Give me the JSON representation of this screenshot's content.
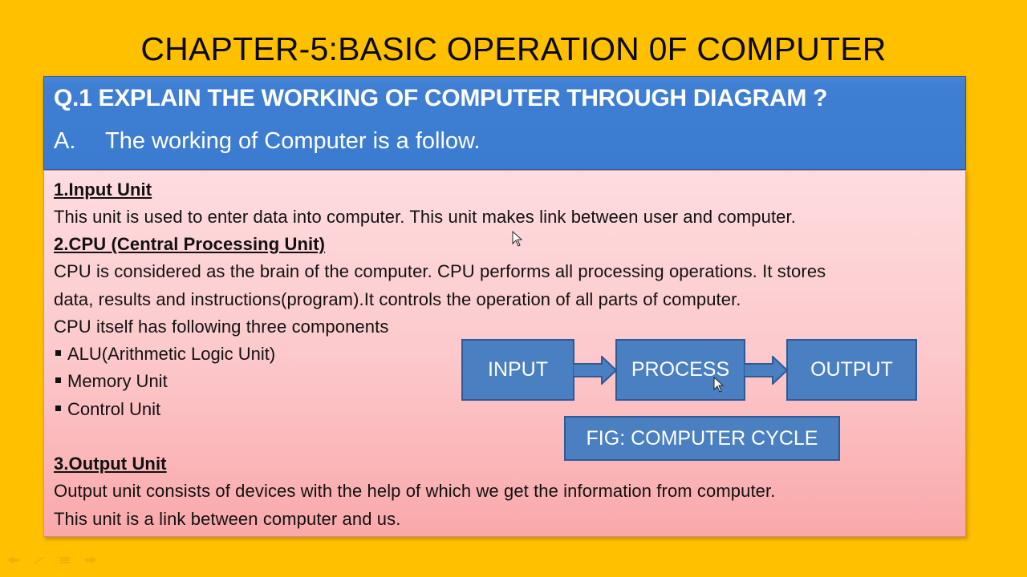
{
  "slide": {
    "title": "CHAPTER-5:BASIC OPERATION 0F COMPUTER",
    "colors": {
      "background": "#FFC000",
      "header_blue": "#3F7FD3",
      "content_pink_top": "#FEDCDF",
      "content_pink_bottom": "#FAA8AA",
      "diagram_blue": "#4A7FC1"
    }
  },
  "header": {
    "question": "Q.1 EXPLAIN THE WORKING OF COMPUTER THROUGH DIAGRAM ?",
    "answer_letter": "A.",
    "answer_text": "The working of Computer is a follow."
  },
  "content": {
    "input_unit": {
      "heading": "1.Input Unit",
      "text": "This unit is used to enter data into computer. This unit makes link between user and computer."
    },
    "cpu": {
      "heading": "2.CPU (Central Processing Unit)",
      "line1": "CPU is considered as the brain of the computer. CPU performs all processing operations. It stores",
      "line2": "data,  results and instructions(program).It controls the operation of all parts of computer.",
      "line3": "CPU itself has following three components",
      "components": [
        "ALU(Arithmetic  Logic Unit)",
        "Memory Unit",
        "Control Unit"
      ]
    },
    "output_unit": {
      "heading": "3.Output Unit",
      "line1": "Output unit consists of devices with the help of which we get the information from computer.",
      "line2": "This unit is a link between computer and us."
    }
  },
  "diagram": {
    "boxes": [
      "INPUT",
      "PROCESS",
      "OUTPUT"
    ],
    "caption": "FIG: COMPUTER CYCLE"
  }
}
